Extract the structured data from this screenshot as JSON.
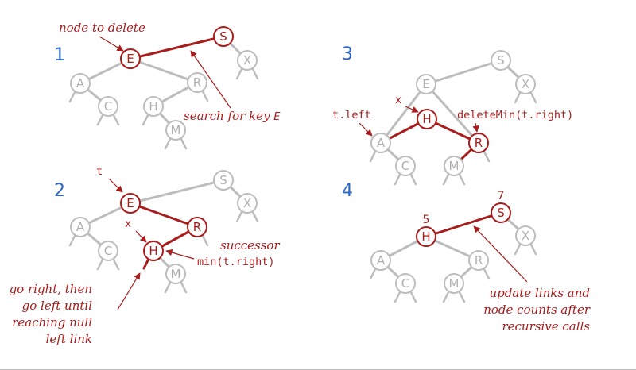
{
  "steps": [
    "1",
    "2",
    "3",
    "4"
  ],
  "node_labels": {
    "S": "S",
    "E": "E",
    "X": "X",
    "A": "A",
    "R": "R",
    "C": "C",
    "H": "H",
    "M": "M"
  },
  "panel1": {
    "callout_top": "node to delete",
    "callout_bottom_text": "search for key ",
    "callout_bottom_key": "E"
  },
  "panel2": {
    "label_t": "t",
    "label_x": "x",
    "successor_line1": "successor",
    "successor_line2": "min(t.right)",
    "go_right_lines": [
      "go right, then",
      "go left until",
      "reaching null",
      "left link"
    ]
  },
  "panel3": {
    "label_x": "x",
    "label_tleft": "t.left",
    "label_deletemin": "deleteMin(t.right)"
  },
  "panel4": {
    "count_h": "5",
    "count_s": "7",
    "note_lines": [
      "update links and",
      "node counts after",
      "recursive calls"
    ]
  }
}
